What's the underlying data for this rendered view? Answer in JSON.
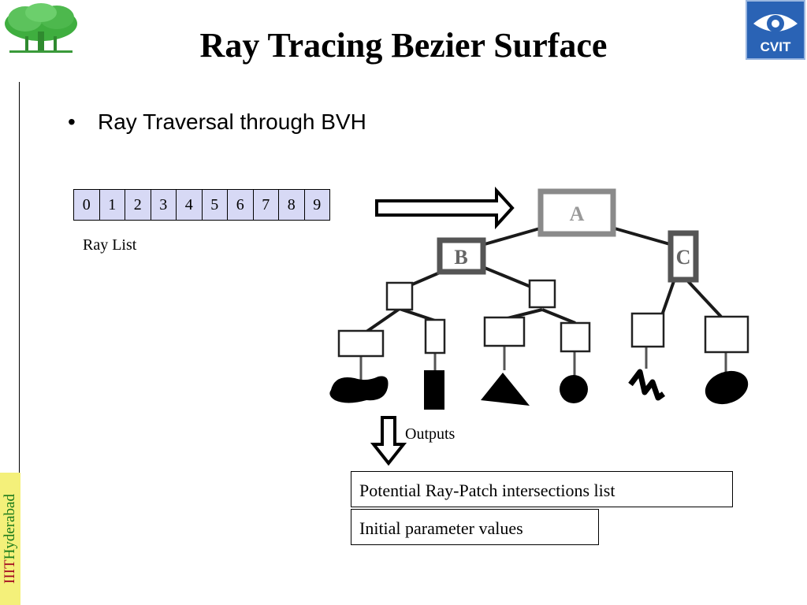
{
  "slide": {
    "title": "Ray Tracing Bezier Surface",
    "bullet": "Ray Traversal through BVH",
    "logo_text": "CVIT",
    "side_label_part1": "IIIT",
    "side_label_part2": "Hyderabad"
  },
  "ray_list": {
    "cells": [
      "0",
      "1",
      "2",
      "3",
      "4",
      "5",
      "6",
      "7",
      "8",
      "9"
    ],
    "label": "Ray List"
  },
  "bvh": {
    "root_label": "A",
    "left_label": "B",
    "right_label": "C"
  },
  "outputs": {
    "label": "Outputs",
    "item1": "Potential Ray-Patch intersections list",
    "item2": "Initial parameter values"
  },
  "colors": {
    "cell_fill": "#d7d9f5",
    "side_band": "#f4f07a",
    "logo_blue": "#2a63b5"
  }
}
